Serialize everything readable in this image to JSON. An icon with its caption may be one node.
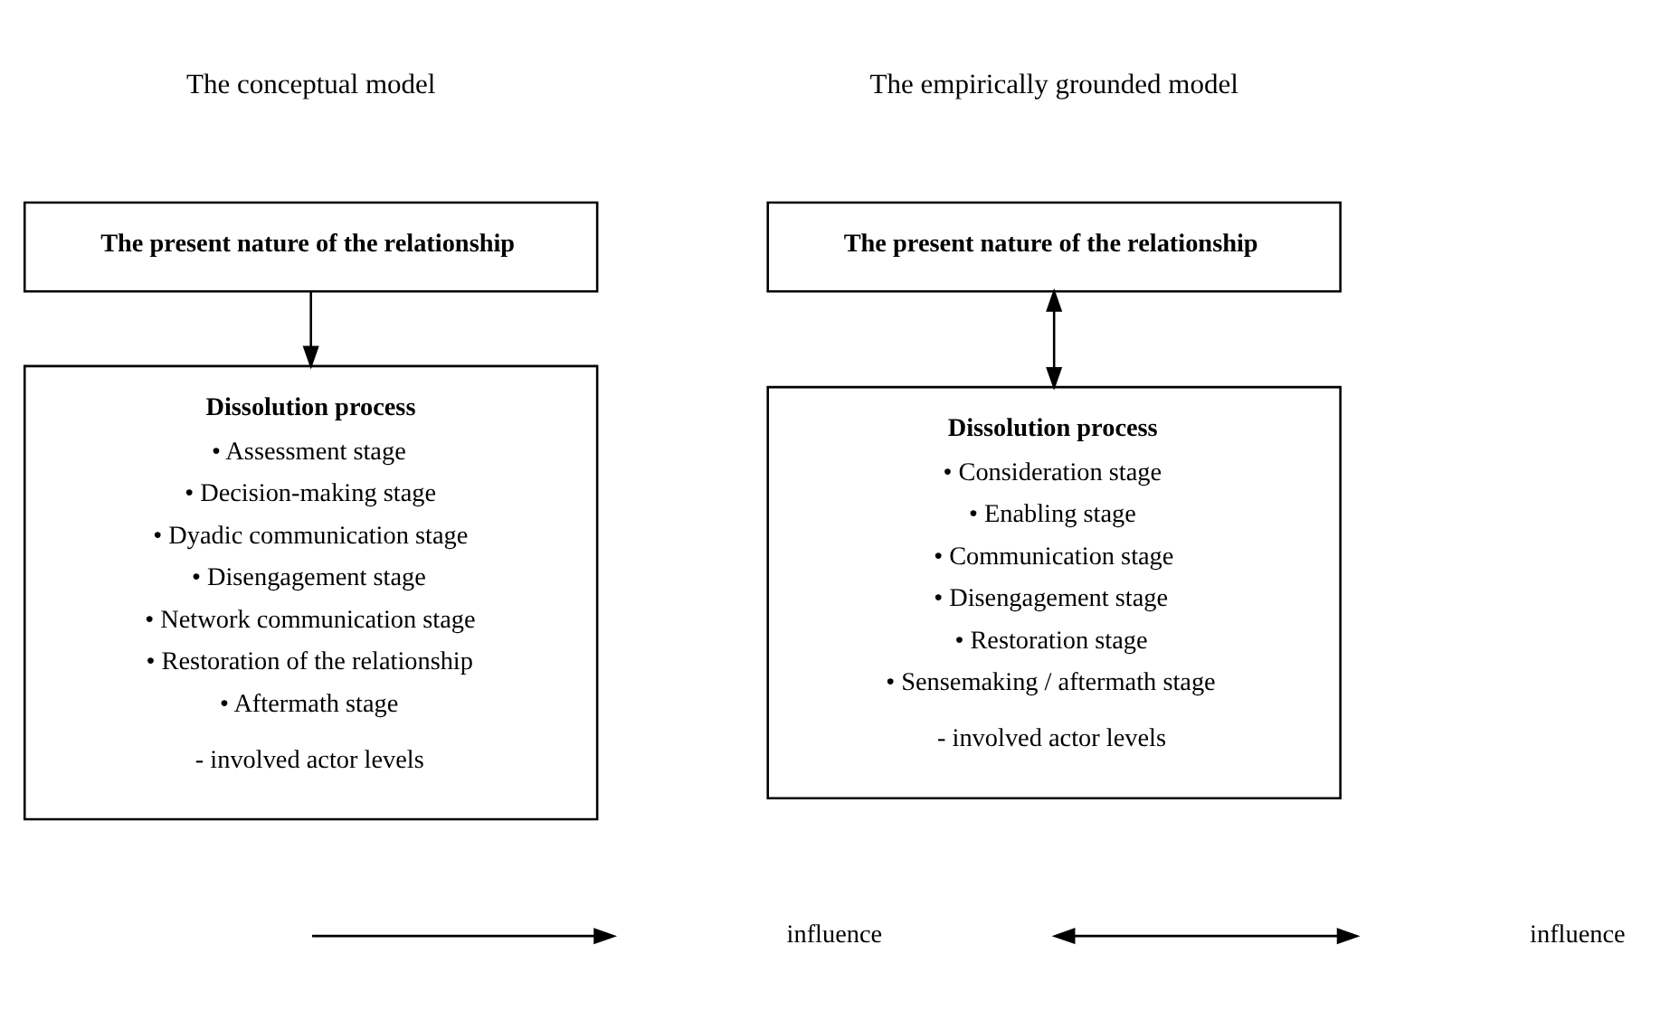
{
  "diagram": {
    "nodes": [
      {
        "text": [
          "The present nature of the relationship"
        ]
      },
      {
        "text": [
          "Dissolution process",
          "• Assessment stage",
          "• Decision-making stage",
          "• Dyadic communication stage",
          "• Disengagement stage",
          "• Network communication stage",
          "• Restoration of the relationship",
          "• Aftermath stage",
          "- involved actor levels"
        ]
      },
      {
        "text": [
          "The present nature of the relationship"
        ]
      },
      {
        "text": [
          "Dissolution process",
          "• Consideration stage",
          "• Enabling stage",
          "• Communication stage",
          "• Disengagement stage",
          "• Restoration stage",
          "• Sensemaking / aftermath stage",
          "- involved actor levels"
        ]
      }
    ],
    "edges": [
      {
        "from": 0,
        "to": 1,
        "arrow": "to"
      },
      {
        "from": 2,
        "to": 3,
        "arrow": "both"
      }
    ],
    "labels": [
      "The conceptual model",
      "The empirically grounded model"
    ],
    "legend": [
      {
        "text": "influence"
      },
      {
        "text": "influence"
      }
    ]
  }
}
